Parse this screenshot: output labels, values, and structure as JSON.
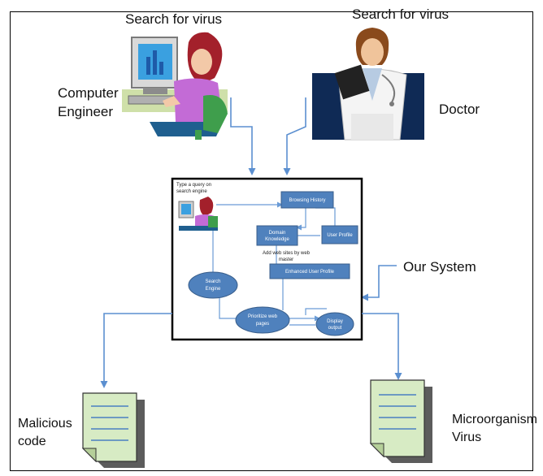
{
  "labels": {
    "search_left": "Search for virus",
    "search_right": "Search for virus",
    "computer_engineer": "Computer\nEngineer",
    "doctor": "Doctor",
    "our_system": "Our System",
    "malicious_code": "Malicious\ncode",
    "microorganism_virus": "Microorganism\nVirus"
  },
  "system": {
    "query_text_line1": "Type a query on",
    "query_text_line2": "search engine",
    "browsing_history": "Browsing History",
    "domain_knowledge_line1": "Domain",
    "domain_knowledge_line2": "Knowledge",
    "user_profile": "User Profile",
    "add_web_sites_line1": "Add web sites by web",
    "add_web_sites_line2": "master",
    "enhanced_user_profile": "Enhanced User Profile",
    "search_engine_line1": "Search",
    "search_engine_line2": "Engine",
    "prioritize_line1": "Prioritize web",
    "prioritize_line2": "pages",
    "display_line1": "Display",
    "display_line2": "output"
  },
  "colors": {
    "node_fill": "#4f81bd",
    "node_stroke": "#385d8a",
    "arrow": "#5b8fd0",
    "document_fill": "#d7ebc4",
    "document_lines": "#4a7fc1"
  },
  "icons": {
    "engineer": "computer-engineer-icon",
    "doctor": "doctor-icon",
    "document": "document-icon"
  }
}
